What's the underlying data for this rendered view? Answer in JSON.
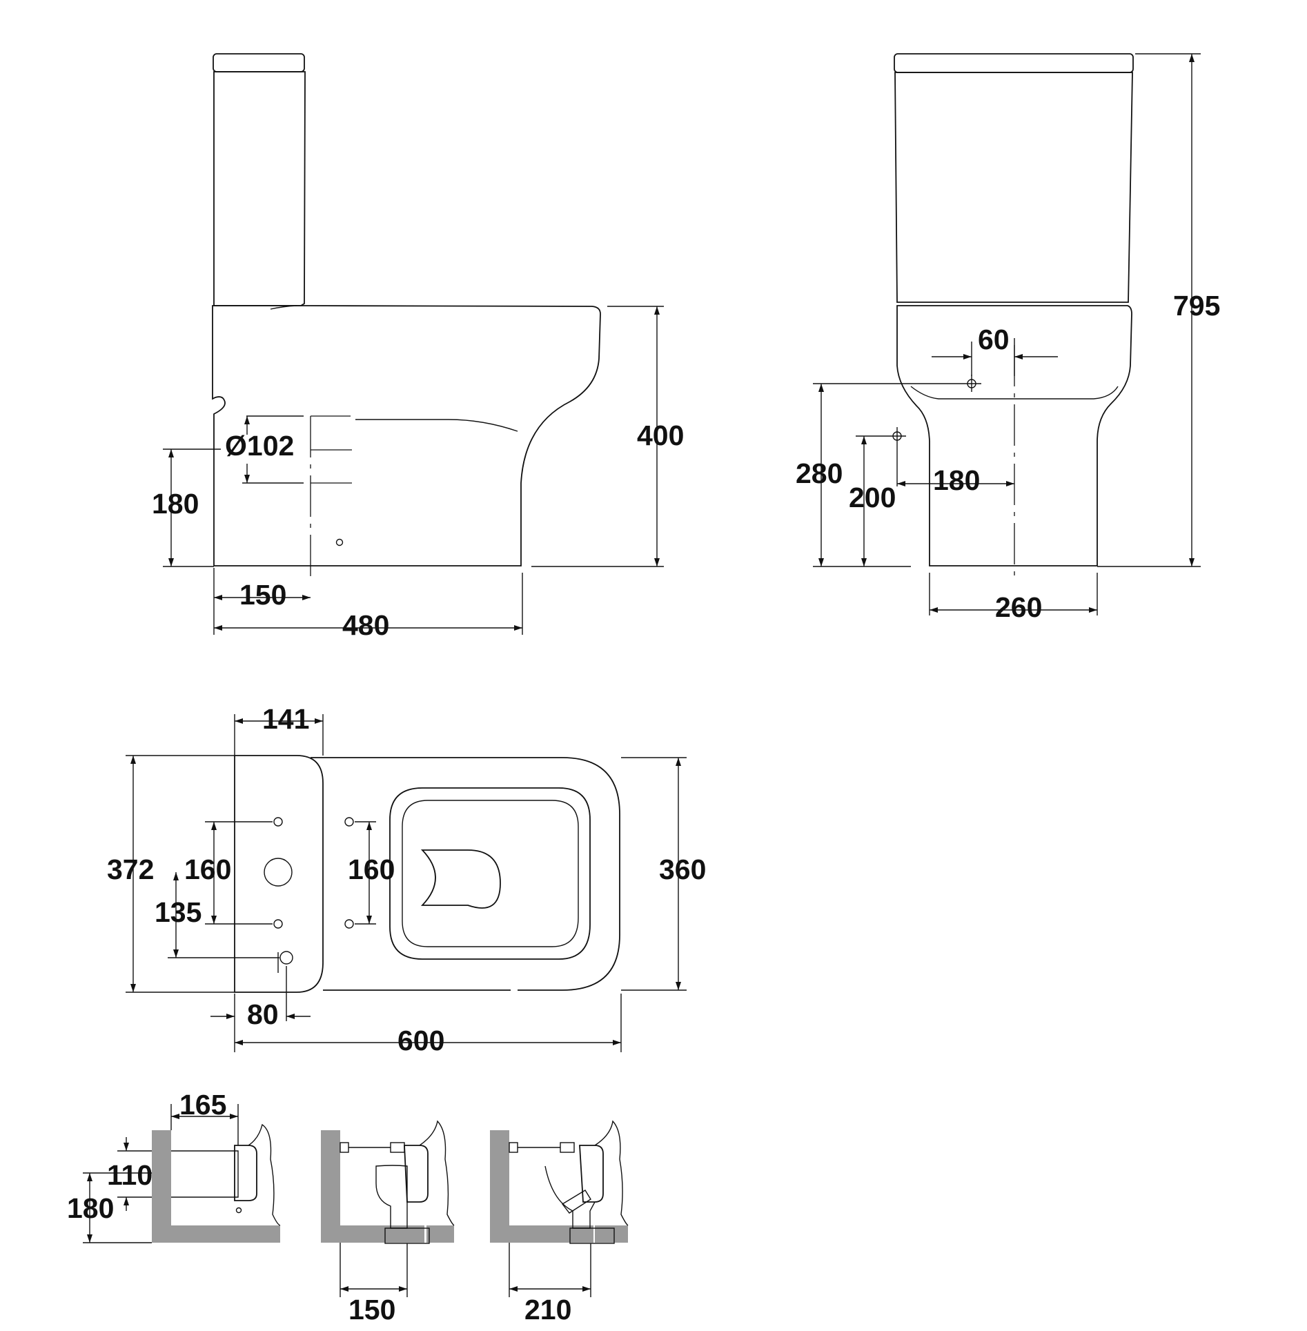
{
  "views": {
    "side": {
      "dims": {
        "pipe_diameter": "Ø102",
        "outlet_height": "180",
        "outlet_offset": "150",
        "depth": "480",
        "pan_height": "400"
      }
    },
    "front": {
      "dims": {
        "total_height": "795",
        "inlet_spacing": "60",
        "inlet_height": "280",
        "fixing_height": "200",
        "fixing_offset": "180",
        "width": "260"
      }
    },
    "plan": {
      "dims": {
        "cistern_depth": "141",
        "overall_width": "372",
        "cistern_hole_spacing": "160",
        "outlet_offset": "135",
        "pan_hole_spacing": "160",
        "pan_width": "360",
        "back_offset": "80",
        "overall_length": "600"
      }
    },
    "installs": {
      "horizontal": {
        "wall_offset": "165",
        "pipe_size": "110",
        "pipe_height": "180"
      },
      "p_trap": {
        "offset": "150"
      },
      "s_trap": {
        "offset": "210"
      }
    }
  }
}
